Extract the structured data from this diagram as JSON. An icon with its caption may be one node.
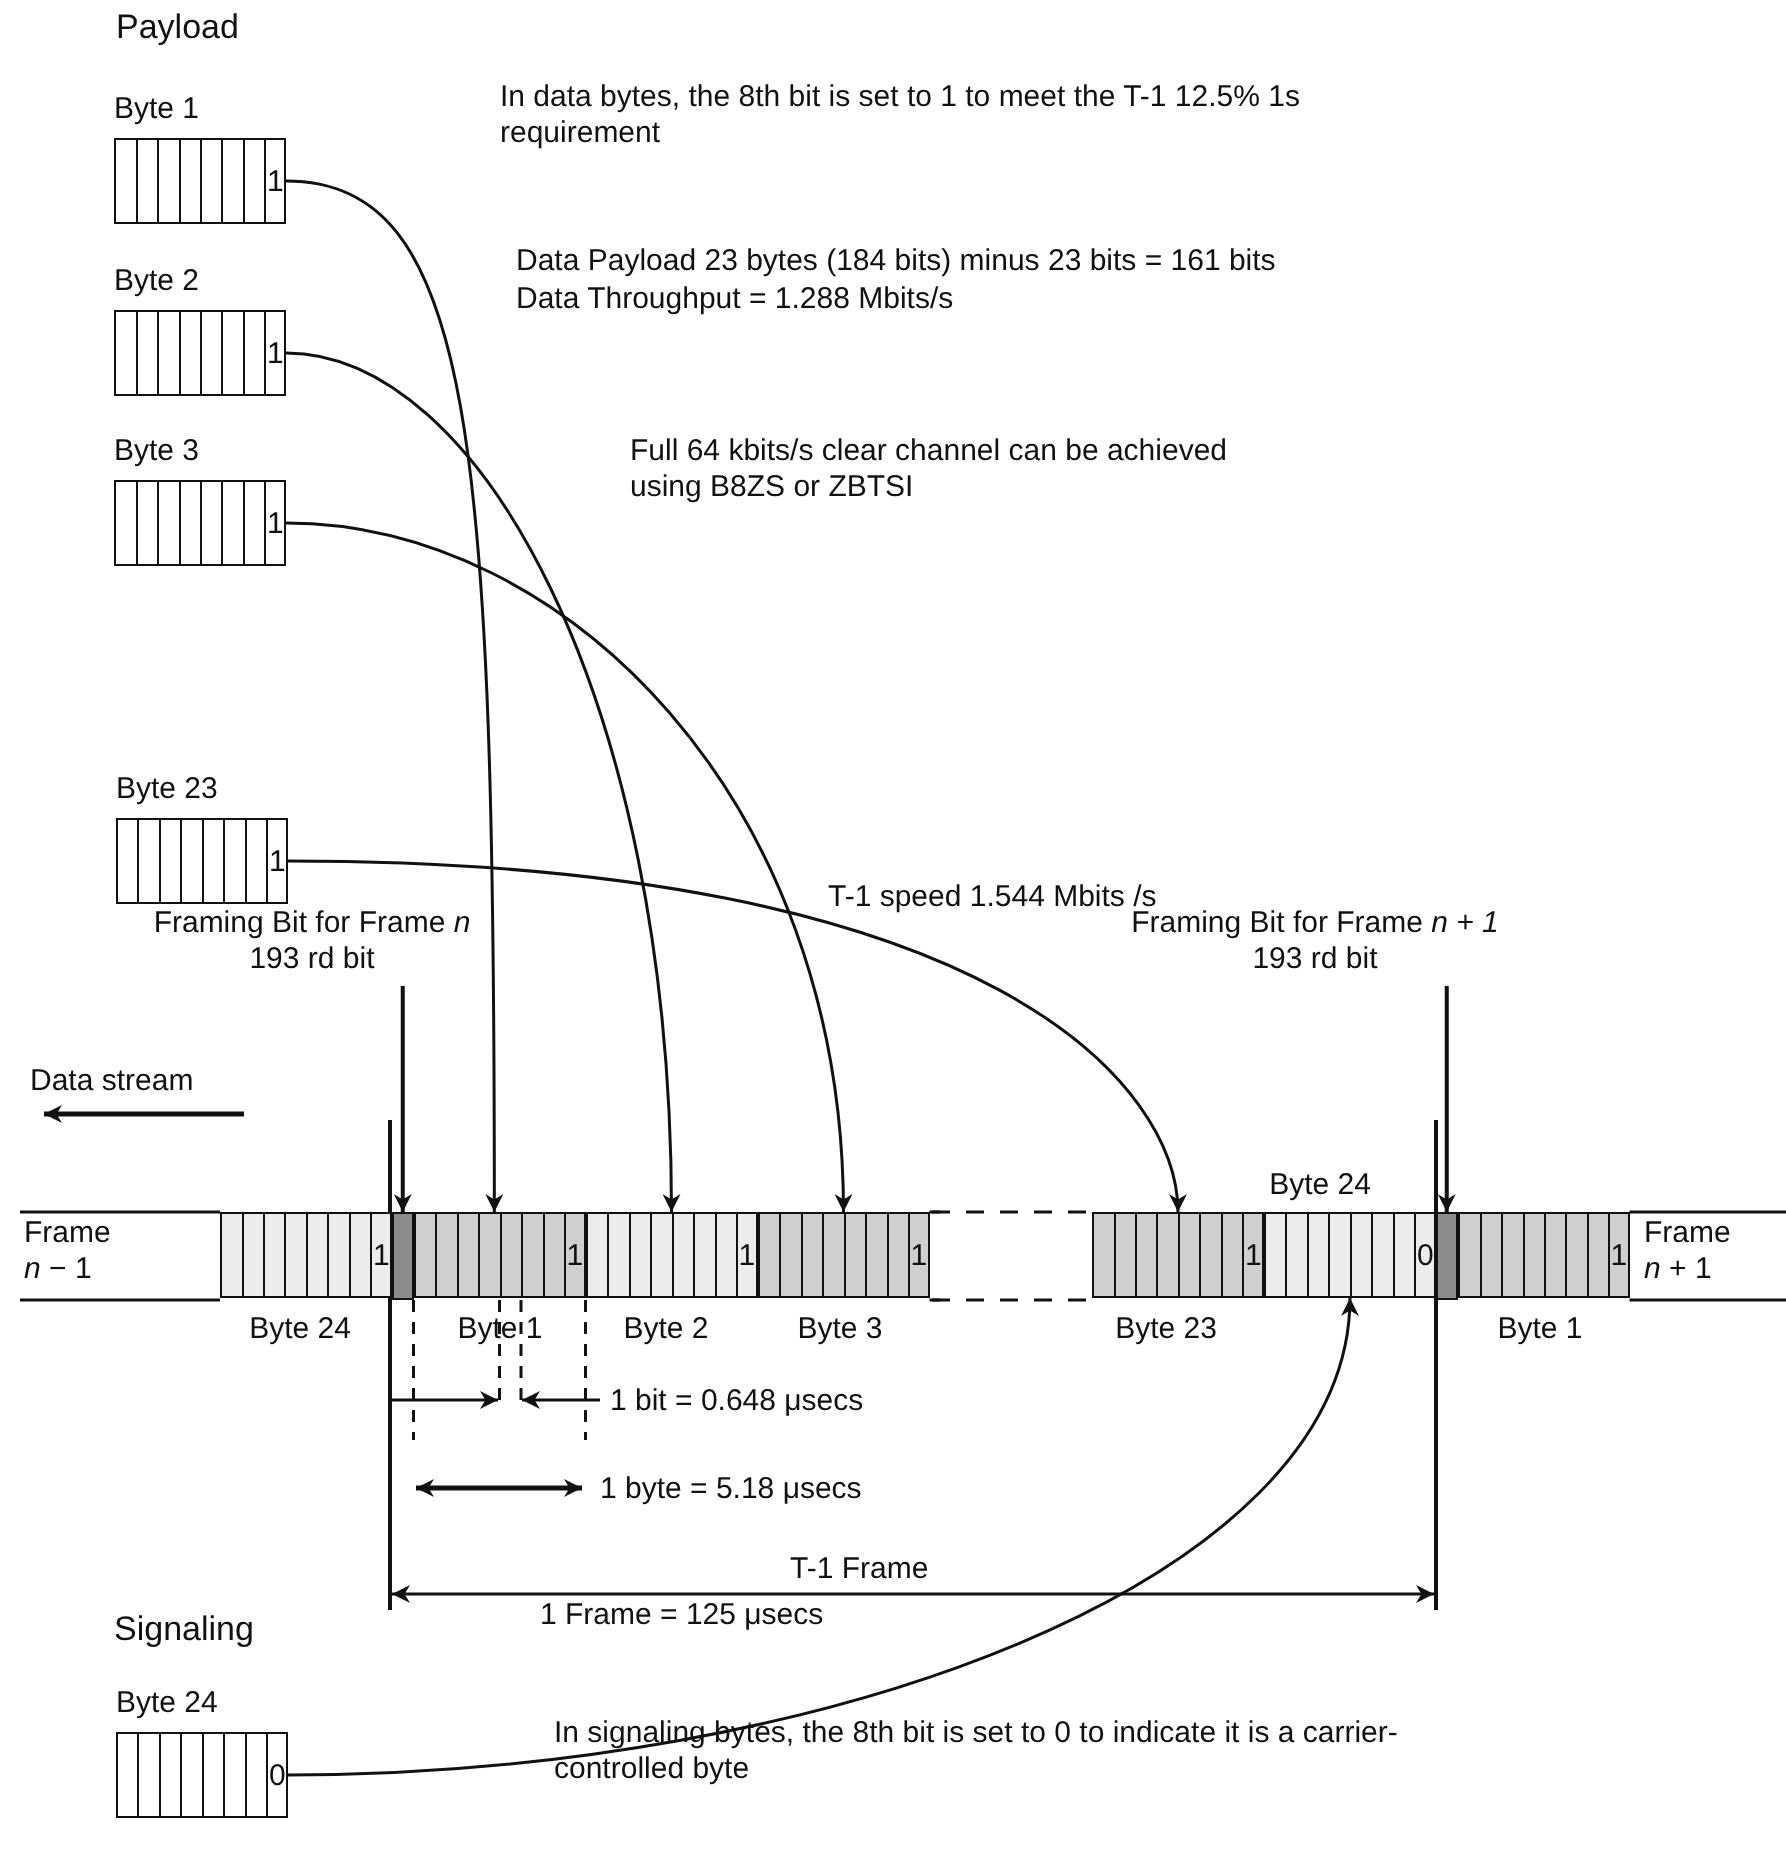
{
  "diagram": {
    "nodes": [
      {
        "text": [
          "Byte 1",
          "1"
        ]
      },
      {
        "text": [
          "Byte 2",
          "1"
        ]
      },
      {
        "text": [
          "Byte 3",
          "1"
        ]
      },
      {
        "text": [
          "Byte 23",
          "1"
        ]
      },
      {
        "text": [
          "Byte 24",
          "0"
        ]
      },
      {
        "text": [
          "Byte 24",
          "1"
        ]
      },
      {
        "text": [],
        "shape": "bar"
      },
      {
        "text": [
          "Byte 1",
          "1"
        ]
      },
      {
        "text": [
          "Byte 2",
          "1"
        ]
      },
      {
        "text": [
          "Byte 3",
          "1"
        ]
      },
      {
        "text": [
          "Byte 23",
          "1"
        ]
      },
      {
        "text": [
          "Byte 24",
          "0"
        ]
      },
      {
        "text": [],
        "shape": "bar"
      },
      {
        "text": [
          "Byte 1",
          "1"
        ]
      },
      {
        "text": [
          "Framing Bit for Frame *n*",
          "193 rd bit"
        ]
      },
      {
        "text": [
          "Framing Bit for Frame *n + 1*",
          "193 rd bit"
        ]
      }
    ],
    "edges": [
      {
        "from": 0,
        "to": 7,
        "arrow": "to"
      },
      {
        "from": 1,
        "to": 8,
        "arrow": "to"
      },
      {
        "from": 2,
        "to": 9,
        "arrow": "to"
      },
      {
        "from": 3,
        "to": 10,
        "arrow": "to"
      },
      {
        "from": 4,
        "to": 11,
        "arrow": "to"
      },
      {
        "from": 14,
        "to": 6,
        "arrow": "to"
      },
      {
        "from": 15,
        "to": 12,
        "arrow": "to"
      }
    ],
    "labels": [
      "Payload",
      "In data bytes, the 8th bit is set to 1 to meet the T-1 12.5% 1s requirement",
      "Data Payload 23 bytes (184 bits) minus 23 bits = 161 bits",
      "Data Throughput = 1.288 Mbits/s",
      "Full 64 kbits/s clear channel can be achieved using B8ZS or ZBTSI",
      "T-1 speed 1.544 Mbits /s",
      "Data stream",
      "Frame *n* − 1",
      "Frame *n* + 1",
      "1 bit = 0.648 μsecs",
      "1 byte = 5.18 μsecs",
      "T-1 Frame",
      "1 Frame = 125 μsecs",
      "Signaling",
      "In signaling bytes, the 8th bit is set to 0 to indicate it is a carrier-controlled byte"
    ]
  }
}
